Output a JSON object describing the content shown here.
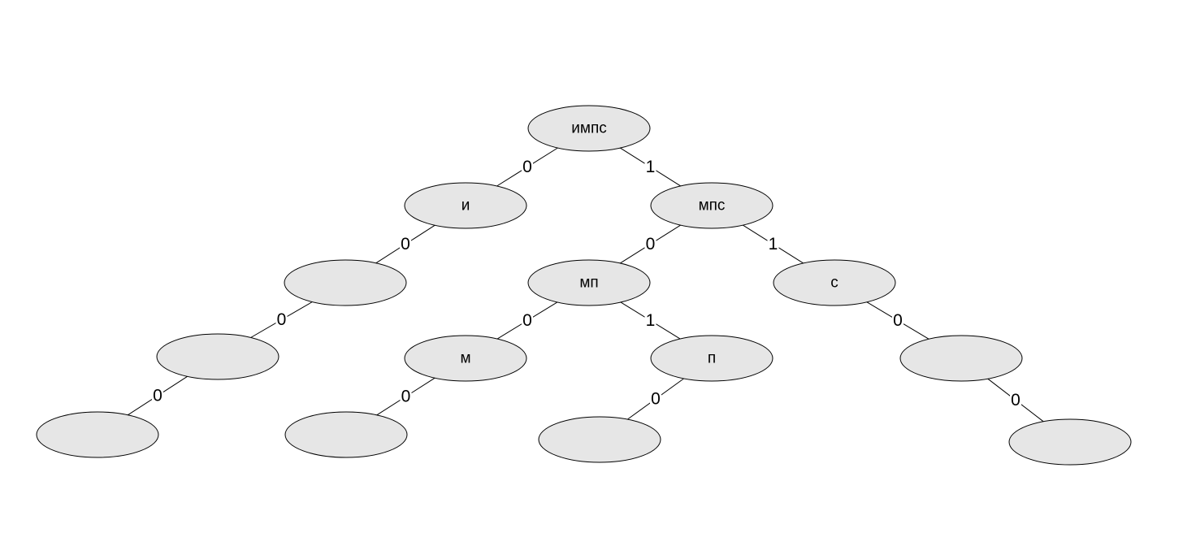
{
  "tree": {
    "nodes": [
      {
        "id": "root",
        "label": "импс"
      },
      {
        "id": "n-i",
        "label": "и"
      },
      {
        "id": "n-mps",
        "label": "мпс"
      },
      {
        "id": "n-i-0",
        "label": ""
      },
      {
        "id": "n-mp",
        "label": "мп"
      },
      {
        "id": "n-s",
        "label": "с"
      },
      {
        "id": "n-i-00",
        "label": ""
      },
      {
        "id": "n-m",
        "label": "м"
      },
      {
        "id": "n-p",
        "label": "п"
      },
      {
        "id": "n-s-0",
        "label": ""
      },
      {
        "id": "n-i-000",
        "label": ""
      },
      {
        "id": "n-m-0",
        "label": ""
      },
      {
        "id": "n-p-0",
        "label": ""
      },
      {
        "id": "n-s-00",
        "label": ""
      }
    ],
    "edges": [
      {
        "from": "root",
        "to": "n-i",
        "label": "0"
      },
      {
        "from": "root",
        "to": "n-mps",
        "label": "1"
      },
      {
        "from": "n-i",
        "to": "n-i-0",
        "label": "0"
      },
      {
        "from": "n-mps",
        "to": "n-mp",
        "label": "0"
      },
      {
        "from": "n-mps",
        "to": "n-s",
        "label": "1"
      },
      {
        "from": "n-i-0",
        "to": "n-i-00",
        "label": "0"
      },
      {
        "from": "n-mp",
        "to": "n-m",
        "label": "0"
      },
      {
        "from": "n-mp",
        "to": "n-p",
        "label": "1"
      },
      {
        "from": "n-s",
        "to": "n-s-0",
        "label": "0"
      },
      {
        "from": "n-i-00",
        "to": "n-i-000",
        "label": "0"
      },
      {
        "from": "n-m",
        "to": "n-m-0",
        "label": "0"
      },
      {
        "from": "n-p",
        "to": "n-p-0",
        "label": "0"
      },
      {
        "from": "n-s-0",
        "to": "n-s-00",
        "label": "0"
      }
    ]
  },
  "colors": {
    "node_fill": "#e6e6e6",
    "stroke": "#000000",
    "text": "#000000"
  }
}
